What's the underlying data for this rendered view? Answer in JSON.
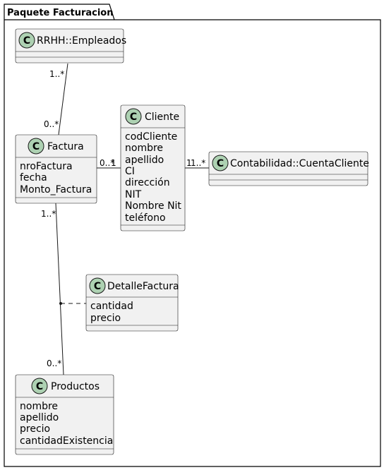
{
  "package": {
    "title": "Paquete Facturacion"
  },
  "classes": {
    "empleados": {
      "stereotype": "C",
      "name": "RRHH::Empleados",
      "attributes": []
    },
    "factura": {
      "stereotype": "C",
      "name": "Factura",
      "attributes": [
        "nroFactura",
        "fecha",
        "Monto_Factura"
      ]
    },
    "cliente": {
      "stereotype": "C",
      "name": "Cliente",
      "attributes": [
        "codCliente",
        "nombre",
        "apellido",
        "CI",
        "dirección",
        "NIT",
        "Nombre Nit",
        "teléfono"
      ]
    },
    "cuenta": {
      "stereotype": "C",
      "name": "Contabilidad::CuentaCliente",
      "attributes": []
    },
    "detalle": {
      "stereotype": "C",
      "name": "DetalleFactura",
      "attributes": [
        "cantidad",
        "precio"
      ]
    },
    "productos": {
      "stereotype": "C",
      "name": "Productos",
      "attributes": [
        "nombre",
        "apellido",
        "precio",
        "cantidadExistencia"
      ]
    }
  },
  "relations": {
    "empleados_factura": {
      "source_mult": "1..*",
      "target_mult": "0..*"
    },
    "factura_cliente": {
      "source_mult": "0..*",
      "target_mult": "1"
    },
    "cliente_cuenta": {
      "source_mult": "1",
      "target_mult": "1..*"
    },
    "factura_productos": {
      "source_mult": "1..*",
      "target_mult": "0..*"
    }
  },
  "colors": {
    "class_fill": "#f1f1f1",
    "stereotype_circle": "#add1b2",
    "line": "#181818"
  }
}
